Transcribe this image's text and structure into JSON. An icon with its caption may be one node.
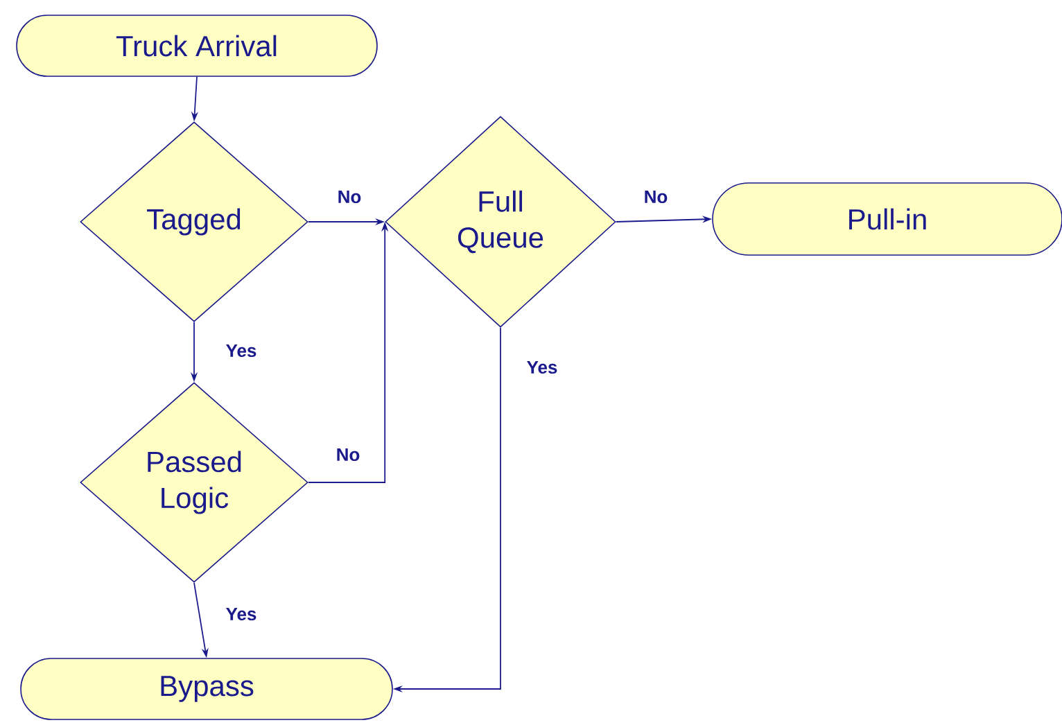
{
  "diagram": {
    "nodes": [
      {
        "text": [
          "Truck Arrival"
        ]
      },
      {
        "text": [
          "Tagged"
        ]
      },
      {
        "text": [
          "Full Queue"
        ]
      },
      {
        "text": [
          "Pull-in"
        ]
      },
      {
        "text": [
          "Passed Logic"
        ]
      },
      {
        "text": [
          "Bypass"
        ]
      }
    ],
    "edges": [
      {
        "from": 0,
        "to": 1,
        "arrow": "to"
      },
      {
        "from": 1,
        "to": 2,
        "arrow": "to",
        "label": "No"
      },
      {
        "from": 1,
        "to": 4,
        "arrow": "to",
        "label": "Yes"
      },
      {
        "from": 4,
        "to": 2,
        "arrow": "to",
        "label": "No"
      },
      {
        "from": 2,
        "to": 3,
        "arrow": "to",
        "label": "No"
      },
      {
        "from": 2,
        "to": 5,
        "arrow": "to",
        "label": "Yes"
      },
      {
        "from": 4,
        "to": 5,
        "arrow": "to",
        "label": "Yes"
      }
    ]
  }
}
